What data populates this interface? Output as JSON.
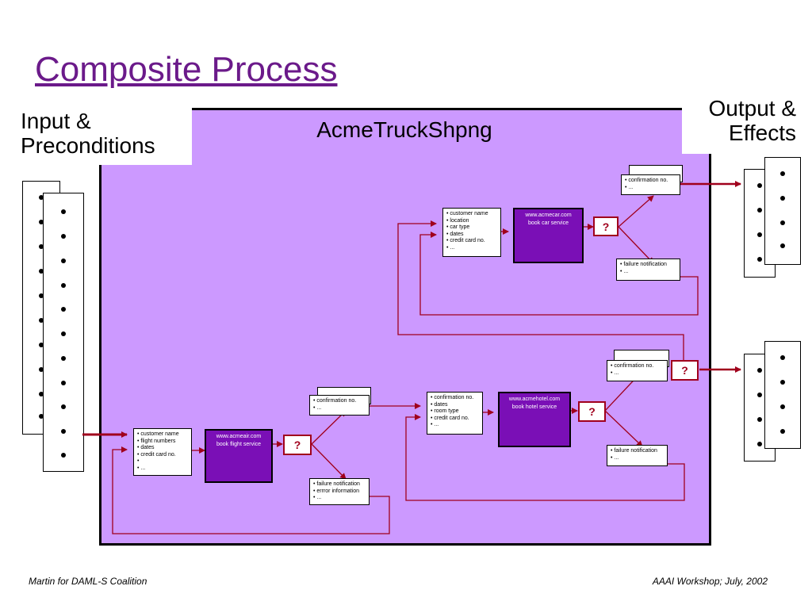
{
  "slide": {
    "title": "Composite Process",
    "input_label": "Input & Preconditions",
    "output_label": "Output & Effects",
    "process_name": "AcmeTruckShpng",
    "footer_left": "Martin for DAML-S Coalition",
    "footer_right": "AAAI Workshop; July, 2002"
  },
  "flight": {
    "inputs": [
      "• customer name",
      "• flight numbers",
      "• dates",
      "• credit card no.",
      "•",
      "• ..."
    ],
    "service": [
      "www.acmeair.com",
      "book flight service"
    ],
    "decision": "?",
    "success": [
      "• confirmation no.",
      "• ..."
    ],
    "failure": [
      "• failure notification",
      "• errror information",
      "• ..."
    ]
  },
  "hotel": {
    "inputs": [
      "• confirmation no.",
      "• dates",
      "• room type",
      "• credit card no.",
      "• ..."
    ],
    "service": [
      "www.acmehotel.com",
      "book hotel service"
    ],
    "decision": "?",
    "success": [
      "• confirmation no.",
      "• ..."
    ],
    "failure": [
      "• failure notification",
      "• ..."
    ]
  },
  "car": {
    "inputs": [
      "• customer name",
      "• location",
      "• car type",
      "• dates",
      "• credit card no.",
      "• ..."
    ],
    "service": [
      "www.acmecar.com",
      "book car service"
    ],
    "decision": "?",
    "success": [
      "• confirmation no.",
      "• ..."
    ],
    "failure": [
      "• failure notification",
      "• ..."
    ]
  },
  "final_decision": "?",
  "colors": {
    "process_fill": "#cc99ff",
    "arrow": "#a0001c",
    "service_fill": "#7a0fb6",
    "title": "#6b1a8a"
  }
}
